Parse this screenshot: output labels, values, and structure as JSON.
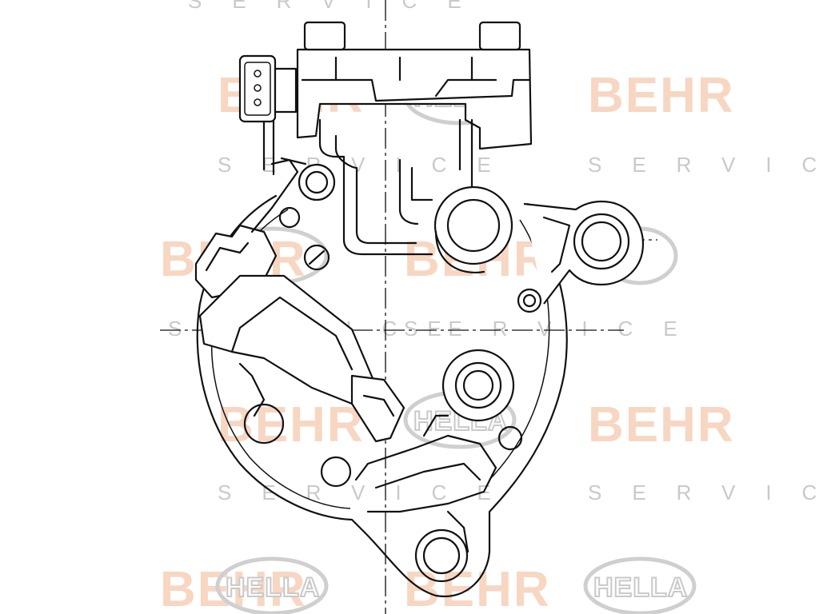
{
  "watermarks": {
    "behr": "BEHR",
    "service": "SERVICE",
    "hella": "HELLA",
    "colors": {
      "behr": "#f6cfb8",
      "service": "#c9c9c9",
      "hella": "#c9c9c9"
    }
  },
  "drawing": {
    "subject": "compressor-rear-view",
    "line_color": "#111111",
    "background": "#ffffff"
  }
}
